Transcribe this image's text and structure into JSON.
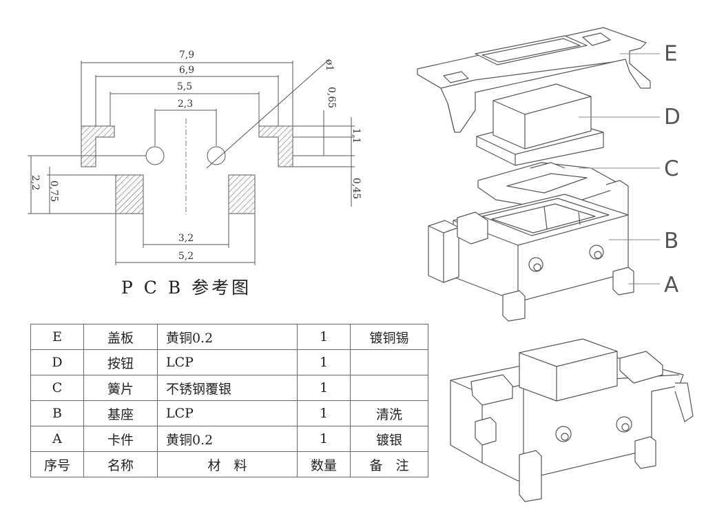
{
  "pcb": {
    "title": "P C B 参考图",
    "dims": {
      "d79": "7,9",
      "d69": "6,9",
      "d55": "5,5",
      "d23": "2,3",
      "d32": "3,2",
      "d52": "5,2",
      "d065": "0,65",
      "d11": "1,1",
      "d045": "0,45",
      "d22": "2,2",
      "d075": "0,75",
      "d_phi": "ø1"
    }
  },
  "callouts": [
    "E",
    "D",
    "C",
    "B",
    "A"
  ],
  "bom": {
    "rows": [
      {
        "code": "E",
        "name": "盖板",
        "material": "黄铜0.2",
        "qty": "1",
        "note": "镀铜锡"
      },
      {
        "code": "D",
        "name": "按钮",
        "material": "LCP",
        "qty": "1",
        "note": ""
      },
      {
        "code": "C",
        "name": "簧片",
        "material": "不锈钢覆银",
        "qty": "1",
        "note": ""
      },
      {
        "code": "B",
        "name": "基座",
        "material": "LCP",
        "qty": "1",
        "note": "清洗"
      },
      {
        "code": "A",
        "name": "卡件",
        "material": "黄铜0.2",
        "qty": "1",
        "note": "镀银"
      }
    ],
    "header": {
      "code": "序号",
      "name": "名称",
      "material": "材　料",
      "qty": "数量",
      "note": "备　注"
    }
  }
}
